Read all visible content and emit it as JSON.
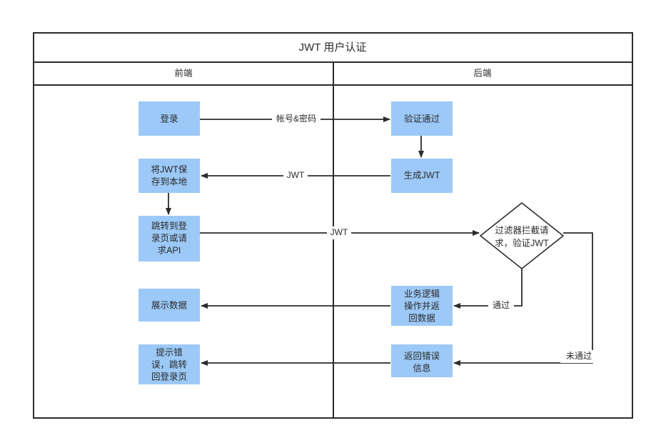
{
  "diagram": {
    "type": "swimlane-flowchart",
    "title": "JWT 用户认证",
    "lanes": [
      {
        "id": "frontend",
        "label": "前端"
      },
      {
        "id": "backend",
        "label": "后端"
      }
    ],
    "nodes": [
      {
        "id": "login",
        "lane": "frontend",
        "shape": "rect",
        "label": "登录"
      },
      {
        "id": "verify-ok",
        "lane": "backend",
        "shape": "rect",
        "label": "验证通过"
      },
      {
        "id": "save-jwt",
        "lane": "frontend",
        "shape": "rect",
        "label_lines": [
          "将JWT保",
          "存到本地"
        ]
      },
      {
        "id": "gen-jwt",
        "lane": "backend",
        "shape": "rect",
        "label": "生成JWT"
      },
      {
        "id": "goto-page",
        "lane": "frontend",
        "shape": "rect",
        "label_lines": [
          "跳转到登",
          "录页或请",
          "求API"
        ]
      },
      {
        "id": "filter-check",
        "lane": "backend",
        "shape": "diamond",
        "label_lines": [
          "过滤器拦截请",
          "求，验证JWT"
        ]
      },
      {
        "id": "show-data",
        "lane": "frontend",
        "shape": "rect",
        "label": "展示数据"
      },
      {
        "id": "biz-logic",
        "lane": "backend",
        "shape": "rect",
        "label_lines": [
          "业务逻辑",
          "操作并返",
          "回数据"
        ]
      },
      {
        "id": "show-error",
        "lane": "frontend",
        "shape": "rect",
        "label_lines": [
          "提示错",
          "误，跳转",
          "回登录页"
        ]
      },
      {
        "id": "return-error",
        "lane": "backend",
        "shape": "rect",
        "label_lines": [
          "返回错误",
          "信息"
        ]
      }
    ],
    "edges": [
      {
        "id": "e1",
        "from": "login",
        "to": "verify-ok",
        "label": "帐号&密码"
      },
      {
        "id": "e2",
        "from": "gen-jwt",
        "to": "save-jwt",
        "label": "JWT"
      },
      {
        "id": "e3",
        "from": "verify-ok",
        "to": "gen-jwt",
        "label": ""
      },
      {
        "id": "e4",
        "from": "save-jwt",
        "to": "goto-page",
        "label": ""
      },
      {
        "id": "e5",
        "from": "goto-page",
        "to": "filter-check",
        "label": "JWT"
      },
      {
        "id": "e6",
        "from": "filter-check",
        "to": "biz-logic",
        "label": "通过"
      },
      {
        "id": "e7",
        "from": "biz-logic",
        "to": "show-data",
        "label": ""
      },
      {
        "id": "e8",
        "from": "filter-check",
        "to": "return-error",
        "label": "未通过"
      },
      {
        "id": "e9",
        "from": "return-error",
        "to": "show-error",
        "label": ""
      }
    ],
    "colors": {
      "node_fill": "#9cc9f7",
      "line": "#2b2b2b",
      "text": "#2b2b2b",
      "background": "#ffffff"
    }
  }
}
